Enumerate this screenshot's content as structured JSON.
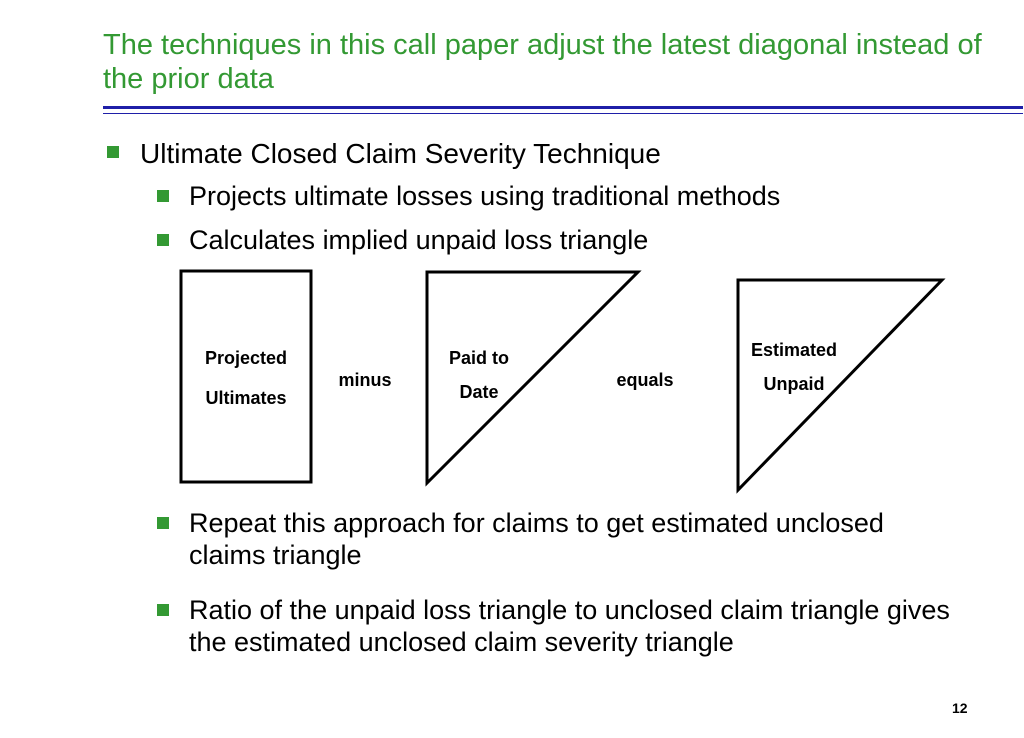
{
  "slide": {
    "title": "The techniques in this call paper adjust the latest diagonal instead of the prior data",
    "page_number": "12"
  },
  "bullets": {
    "level1": "Ultimate Closed Claim Severity Technique",
    "sub1": "Projects ultimate losses using traditional methods",
    "sub2": "Calculates implied unpaid loss triangle",
    "sub3": "Repeat this approach for claims to get estimated unclosed claims triangle",
    "sub4": "Ratio of the unpaid loss triangle to unclosed claim triangle gives the estimated unclosed claim severity triangle"
  },
  "diagram": {
    "box1_line1": "Projected",
    "box1_line2": "Ultimates",
    "op1": "minus",
    "tri1_line1": "Paid to",
    "tri1_line2": "Date",
    "op2": "equals",
    "tri2_line1": "Estimated",
    "tri2_line2": "Unpaid"
  },
  "colors": {
    "title": "#339933",
    "bullet": "#339933",
    "rule": "#1f1fa8"
  }
}
